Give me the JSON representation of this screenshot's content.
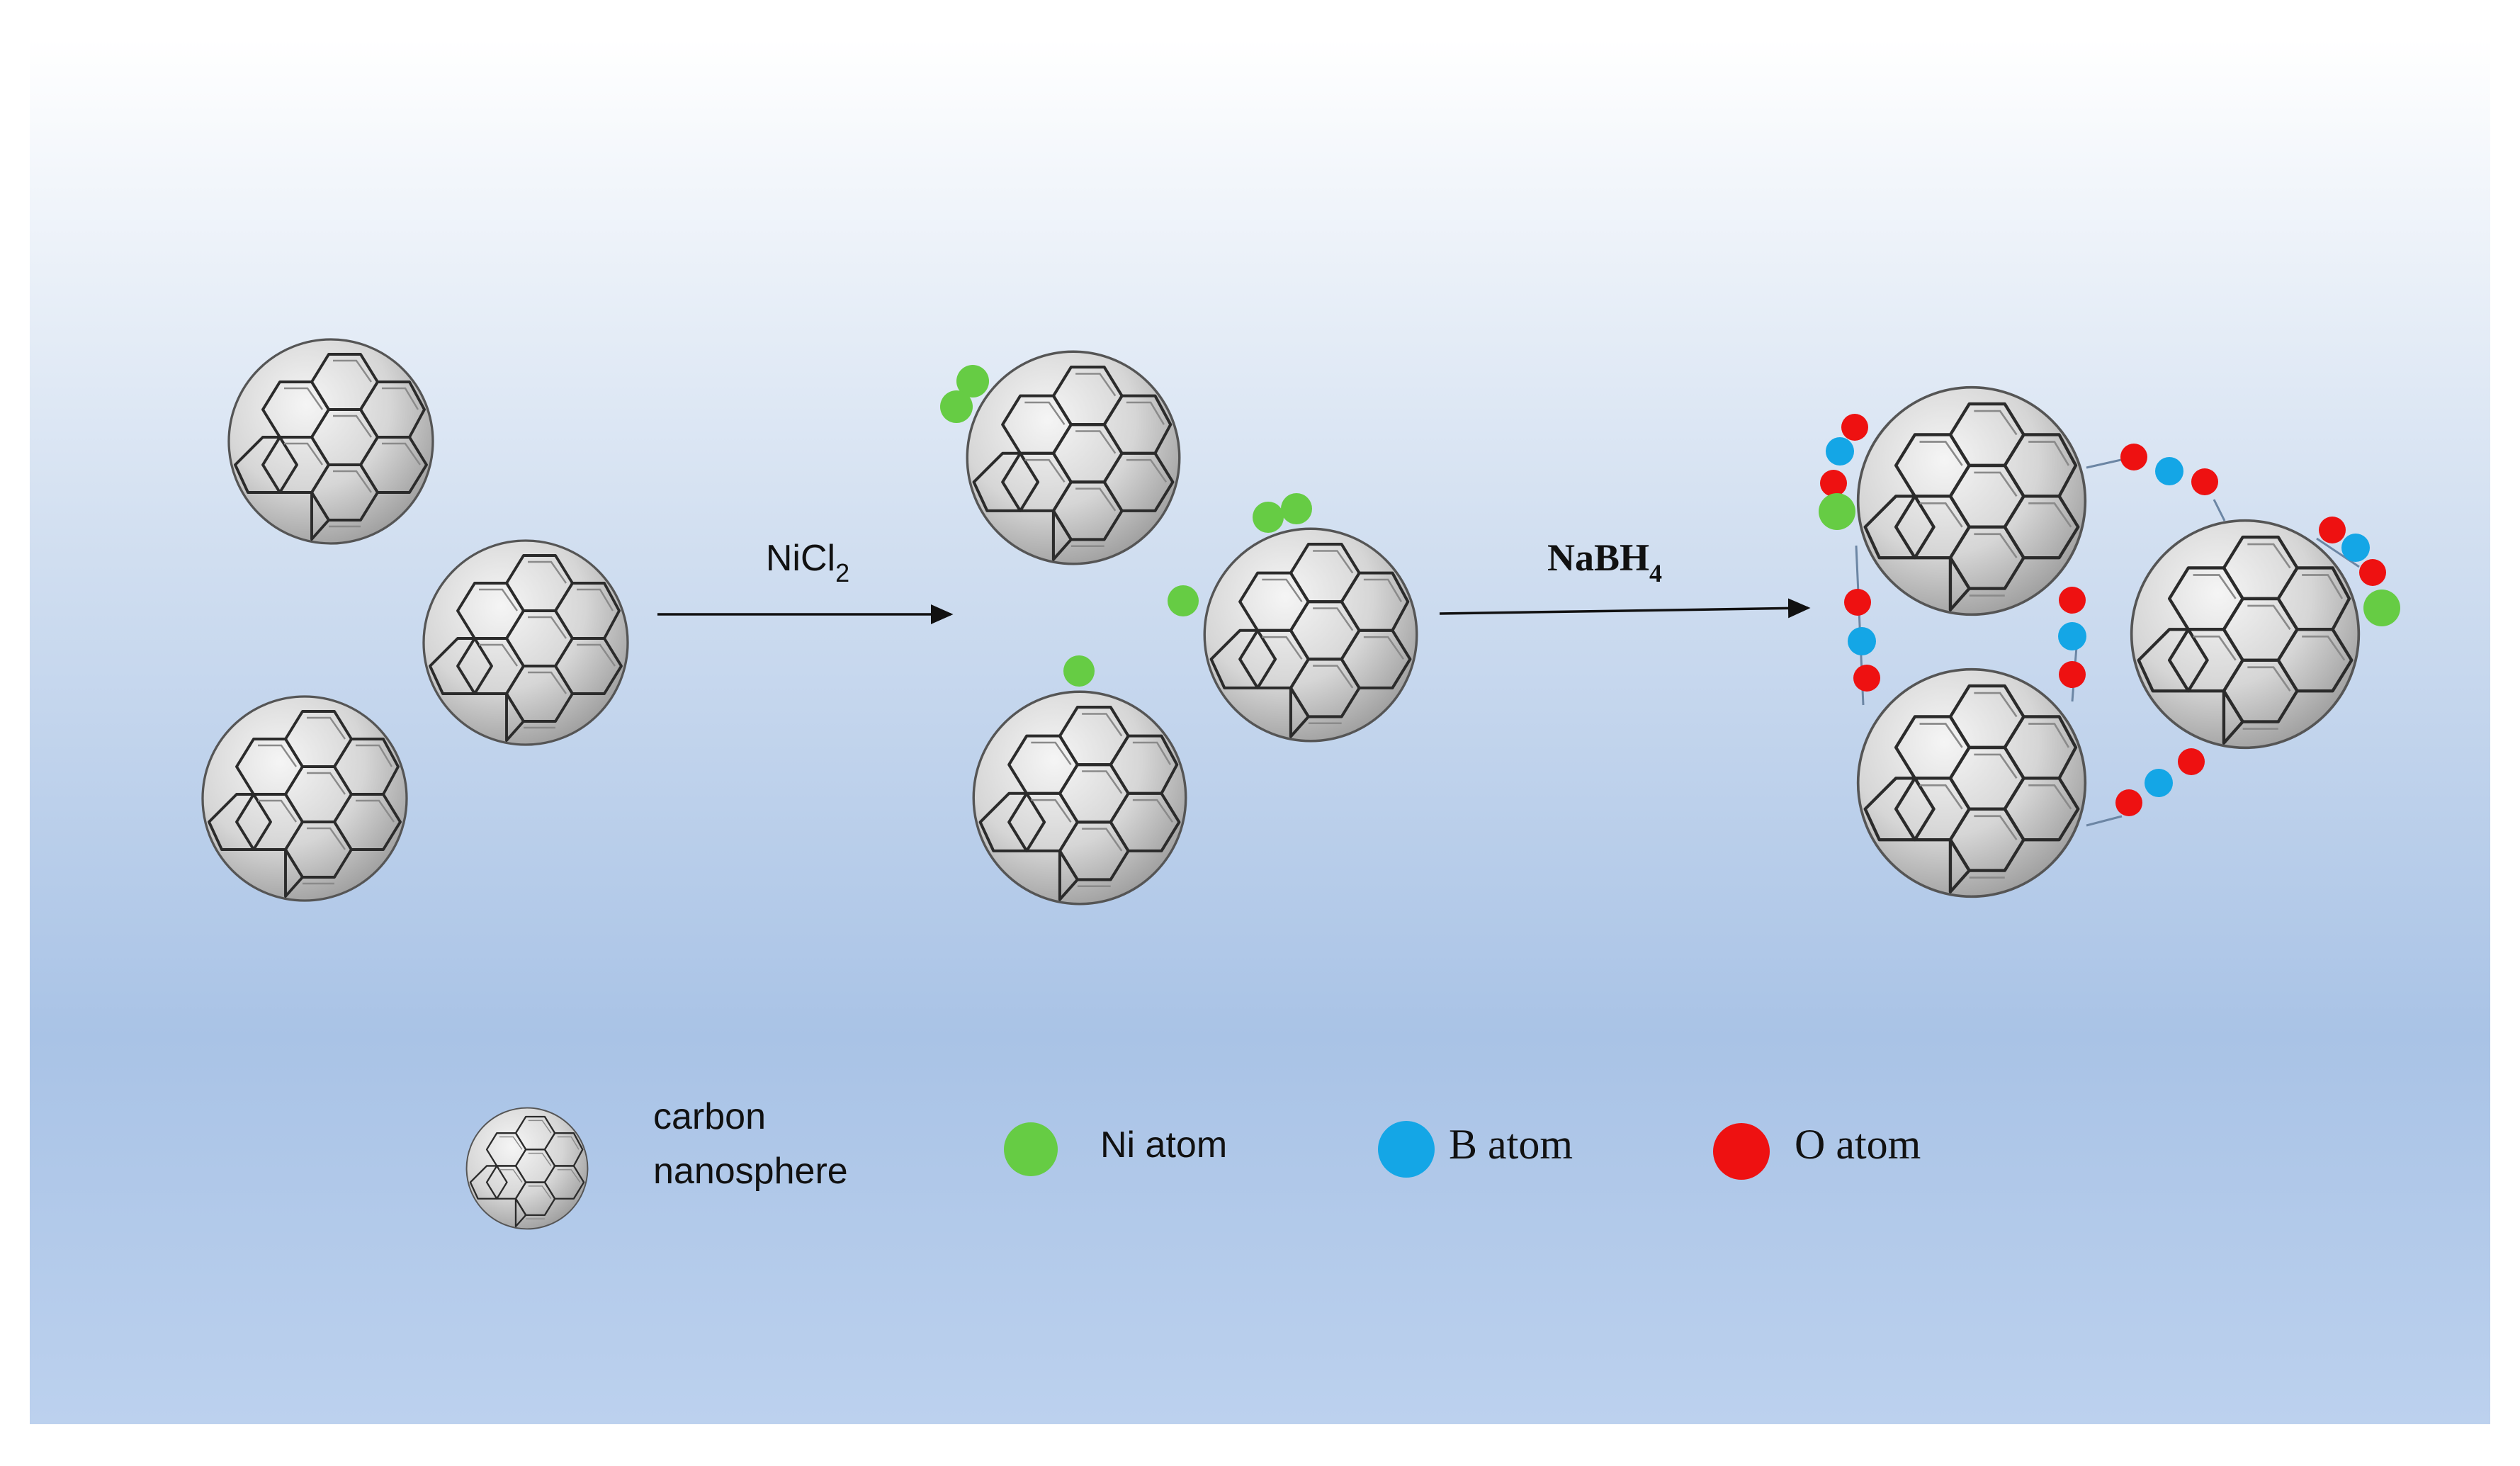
{
  "colors": {
    "bg_top": "#ffffff",
    "bg_mid": "#d3e0f1",
    "bg_low": "#a9c3e6",
    "bg_bottom": "#bcd1ee",
    "ni": "#66cc44",
    "b": "#14a6e6",
    "o": "#ee1111",
    "sphere_light": "#f5f5f5",
    "sphere_dark": "#9a9a9a",
    "link": "#6c86a4"
  },
  "steps": [
    {
      "reagent": "NiCl",
      "subscript": "2"
    },
    {
      "reagent": "NaBH",
      "subscript": "4"
    }
  ],
  "legend": [
    {
      "icon": "carbon-nanosphere",
      "lines": [
        "carbon",
        "nanosphere"
      ]
    },
    {
      "icon": "green-circle",
      "lines": [
        "Ni atom"
      ]
    },
    {
      "icon": "blue-circle",
      "lines": [
        "B atom"
      ]
    },
    {
      "icon": "red-circle",
      "lines": [
        "O atom"
      ]
    }
  ]
}
